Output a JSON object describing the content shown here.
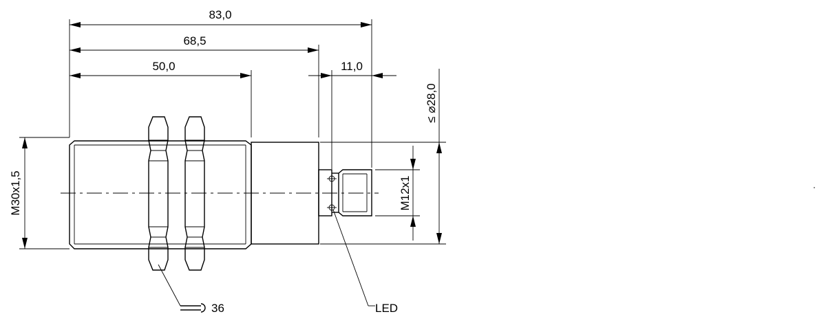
{
  "dimensions": {
    "overall_length": "83,0",
    "length_to_connector": "68,5",
    "thread_length": "50,0",
    "connector_length": "11,0",
    "max_diameter": "≤ ⌀28,0",
    "thread_size": "M30x1,5",
    "connector_thread": "M12x1"
  },
  "callouts": {
    "wrench_size": "36",
    "led": "LED"
  },
  "icons": {
    "wrench": "open-end-wrench-icon",
    "diameter": "diameter-symbol"
  }
}
